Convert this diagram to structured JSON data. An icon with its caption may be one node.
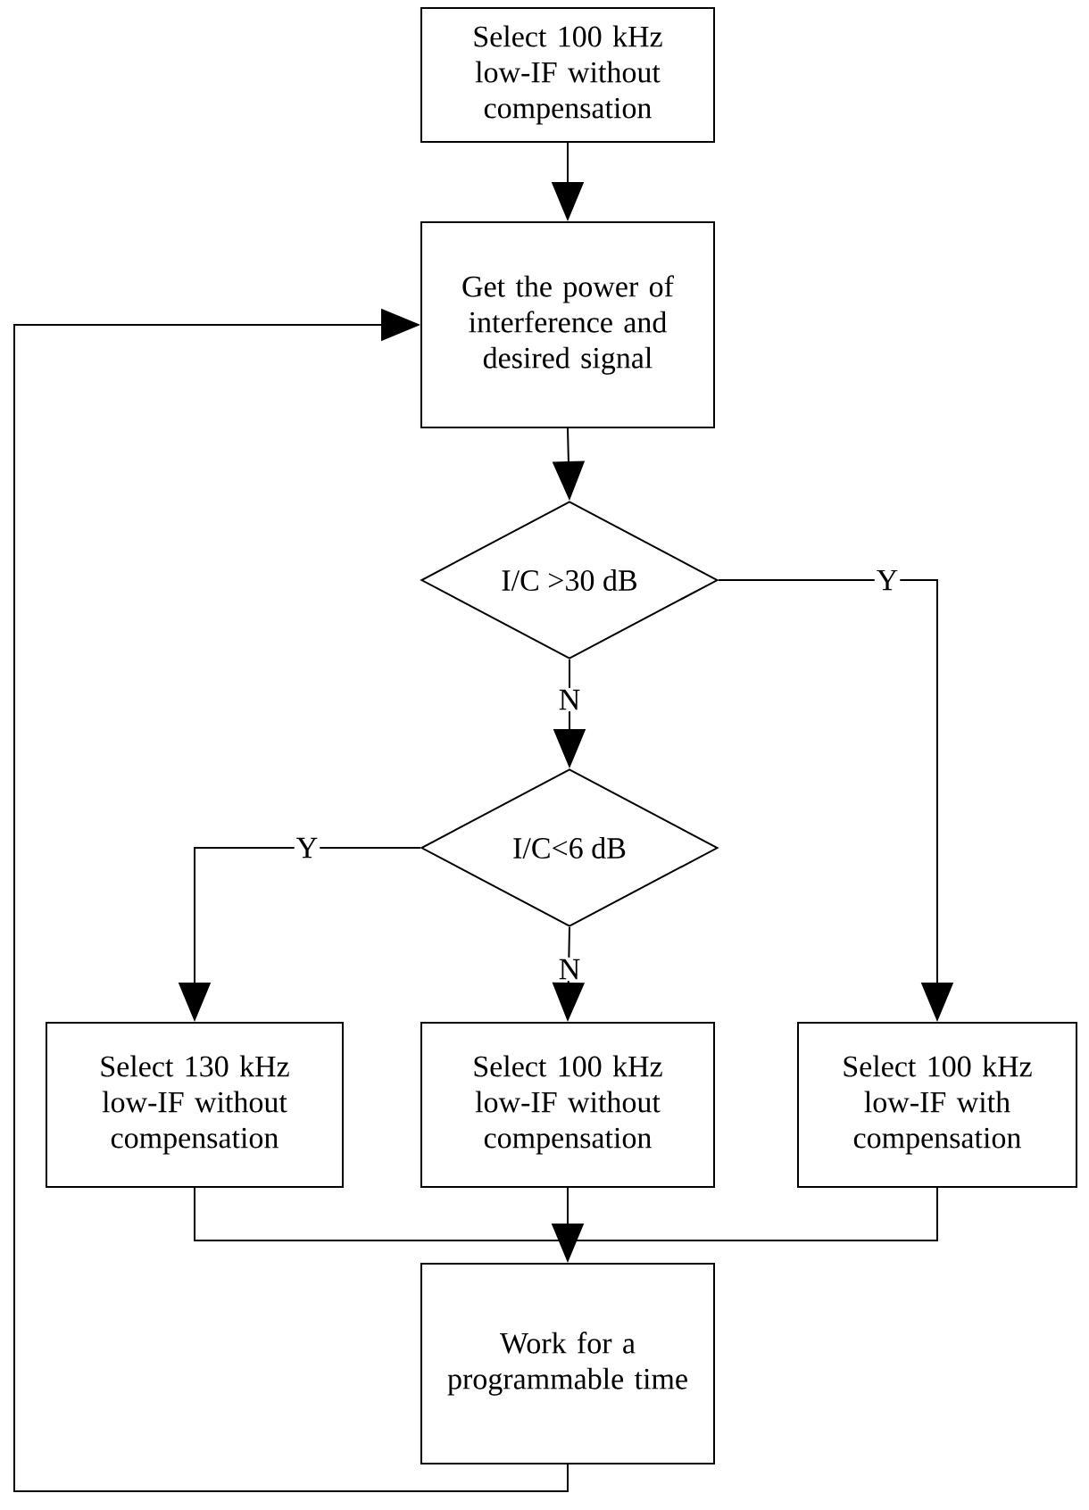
{
  "diagram": {
    "nodes": [
      {
        "text": [
          "Select 100 kHz low-IF without compensation"
        ]
      },
      {
        "text": [
          "Get the power of interference and desired signal"
        ]
      },
      {
        "text": [
          "I/C >30 dB"
        ]
      },
      {
        "text": [
          "I/C<6 dB"
        ]
      },
      {
        "text": [
          "Select 130 kHz low-IF without compensation"
        ]
      },
      {
        "text": [
          "Select 100 kHz low-IF without compensation"
        ]
      },
      {
        "text": [
          "Select 100 kHz low-IF with compensation"
        ]
      },
      {
        "text": [
          "Work for a programmable time"
        ]
      }
    ],
    "edges": [
      {
        "from": 0,
        "to": 1,
        "arrow": "to"
      },
      {
        "from": 1,
        "to": 2,
        "arrow": "to"
      },
      {
        "from": 2,
        "to": 3,
        "arrow": "to",
        "label": "N"
      },
      {
        "from": 2,
        "to": 6,
        "arrow": "to",
        "label": "Y"
      },
      {
        "from": 3,
        "to": 4,
        "arrow": "to",
        "label": "Y"
      },
      {
        "from": 3,
        "to": 5,
        "arrow": "to",
        "label": "N"
      },
      {
        "from": 4,
        "to": 7,
        "arrow": "to"
      },
      {
        "from": 5,
        "to": 7,
        "arrow": "to"
      },
      {
        "from": 6,
        "to": 7,
        "arrow": "to"
      },
      {
        "from": 7,
        "to": 1,
        "arrow": "to"
      }
    ]
  }
}
